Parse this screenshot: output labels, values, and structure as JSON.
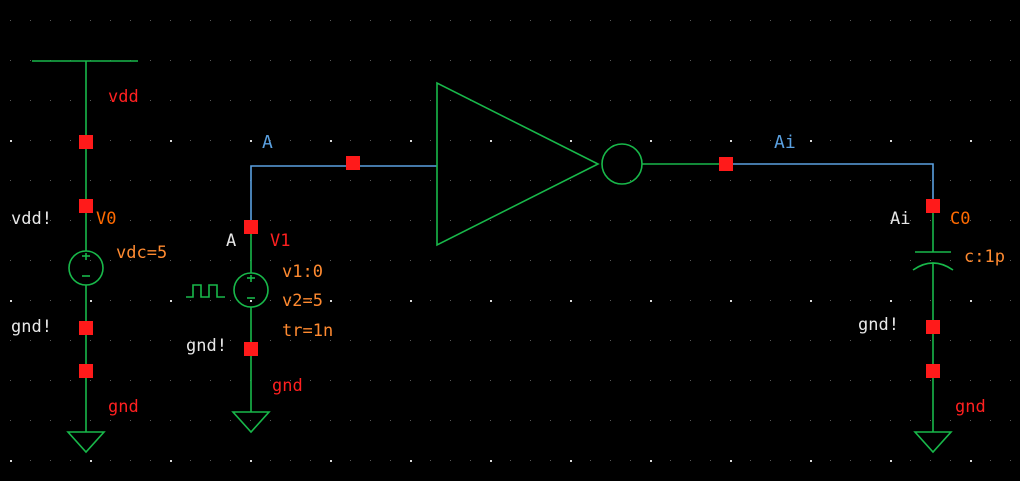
{
  "colors": {
    "background": "#000000",
    "wire": "#18b84a",
    "net_wire": "#5aa0e0",
    "pin": "#ff1a1a",
    "net_label": "#ff2020",
    "instance_label": "#ff6a00",
    "param_label": "#ff8a30",
    "pin_label": "#e8e8e8",
    "net_name": "#5aa0e0"
  },
  "labels": {
    "vdd_net": "vdd",
    "v0_pin_name": "vdd!",
    "v0_instance": "V0",
    "v0_param": "vdc=5",
    "v0_gnd_pin": "gnd!",
    "v0_gnd_net": "gnd",
    "net_a": "A",
    "v1_pin_name": "A",
    "v1_instance": "V1",
    "v1_param_1": "v1:0",
    "v1_param_2": "v2=5",
    "v1_param_3": "tr=1n",
    "v1_gnd_pin": "gnd!",
    "v1_gnd_net": "gnd",
    "net_ai": "Ai",
    "c0_pin_name": "Ai",
    "c0_instance": "C0",
    "c0_param": "c:1p",
    "c0_gnd_pin": "gnd!",
    "c0_gnd_net": "gnd"
  }
}
